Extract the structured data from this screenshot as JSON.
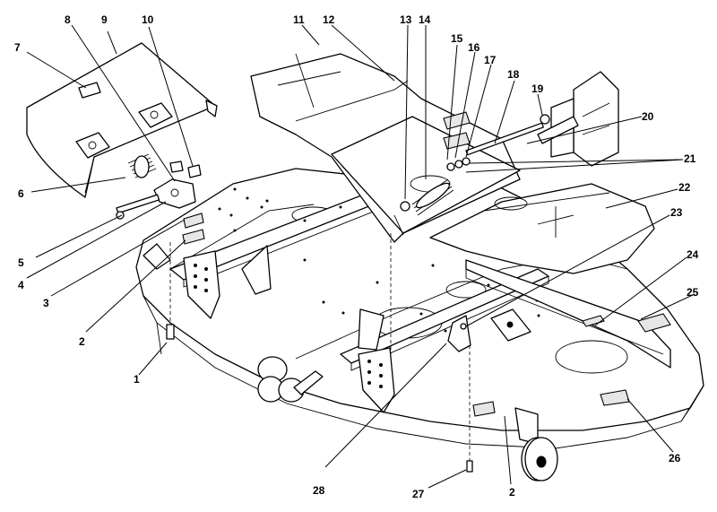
{
  "callouts": [
    {
      "id": "c1",
      "label": "1"
    },
    {
      "id": "c2a",
      "label": "2"
    },
    {
      "id": "c2b",
      "label": "2"
    },
    {
      "id": "c3",
      "label": "3"
    },
    {
      "id": "c4",
      "label": "4"
    },
    {
      "id": "c5",
      "label": "5"
    },
    {
      "id": "c6",
      "label": "6"
    },
    {
      "id": "c7",
      "label": "7"
    },
    {
      "id": "c8",
      "label": "8"
    },
    {
      "id": "c9",
      "label": "9"
    },
    {
      "id": "c10",
      "label": "10"
    },
    {
      "id": "c11",
      "label": "11"
    },
    {
      "id": "c12",
      "label": "12"
    },
    {
      "id": "c13",
      "label": "13"
    },
    {
      "id": "c14",
      "label": "14"
    },
    {
      "id": "c15",
      "label": "15"
    },
    {
      "id": "c16",
      "label": "16"
    },
    {
      "id": "c17",
      "label": "17"
    },
    {
      "id": "c18",
      "label": "18"
    },
    {
      "id": "c19",
      "label": "19"
    },
    {
      "id": "c20",
      "label": "20"
    },
    {
      "id": "c21",
      "label": "21"
    },
    {
      "id": "c22",
      "label": "22"
    },
    {
      "id": "c23",
      "label": "23"
    },
    {
      "id": "c24",
      "label": "24"
    },
    {
      "id": "c25",
      "label": "25"
    },
    {
      "id": "c26",
      "label": "26"
    },
    {
      "id": "c27",
      "label": "27"
    },
    {
      "id": "c28",
      "label": "28"
    }
  ]
}
